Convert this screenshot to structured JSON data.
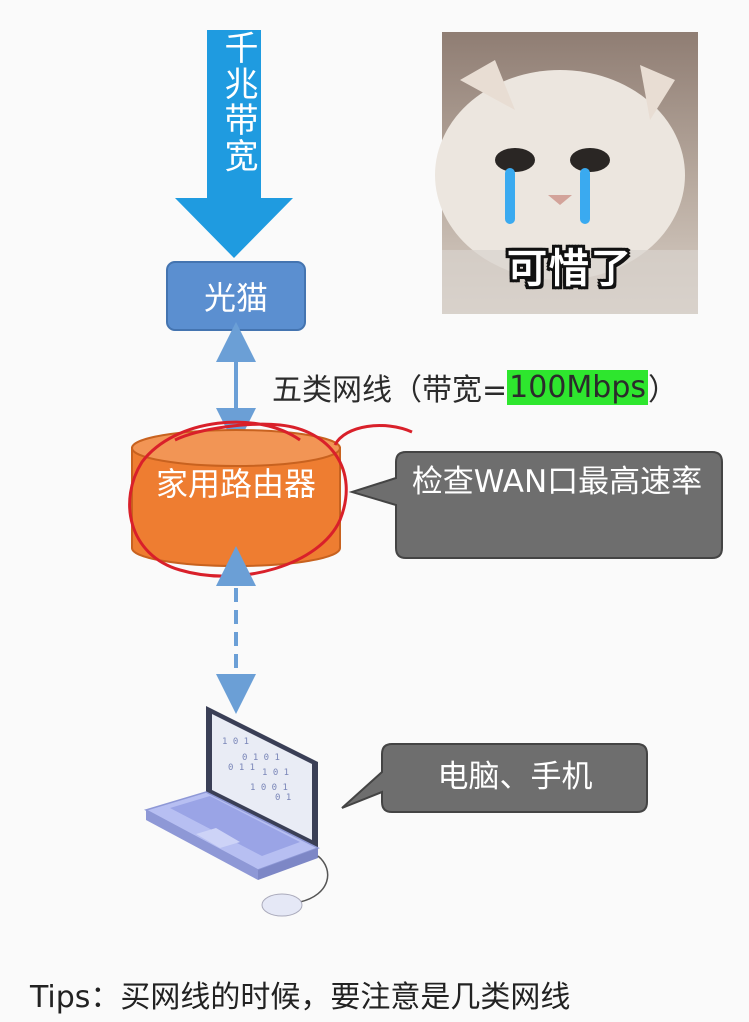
{
  "bandwidth_arrow": {
    "label": "千兆带宽",
    "color": "#1f9be0"
  },
  "modem": {
    "label": "光猫",
    "color": "#5b8fd0"
  },
  "cable": {
    "label_prefix": "五类网线（带宽=",
    "speed": "100Mbps",
    "label_suffix": "）",
    "highlight_color": "#2ee62e"
  },
  "router": {
    "label": "家用路由器",
    "color": "#ee7d31"
  },
  "router_callout": {
    "text": "检查WAN口最高速率"
  },
  "devices_callout": {
    "text": "电脑、手机"
  },
  "meme": {
    "caption": "可惜了",
    "icon": "crying-cat"
  },
  "laptop": {
    "icon": "laptop-icon"
  },
  "tips": {
    "text": "Tips：买网线的时候，要注意是几类网线"
  }
}
